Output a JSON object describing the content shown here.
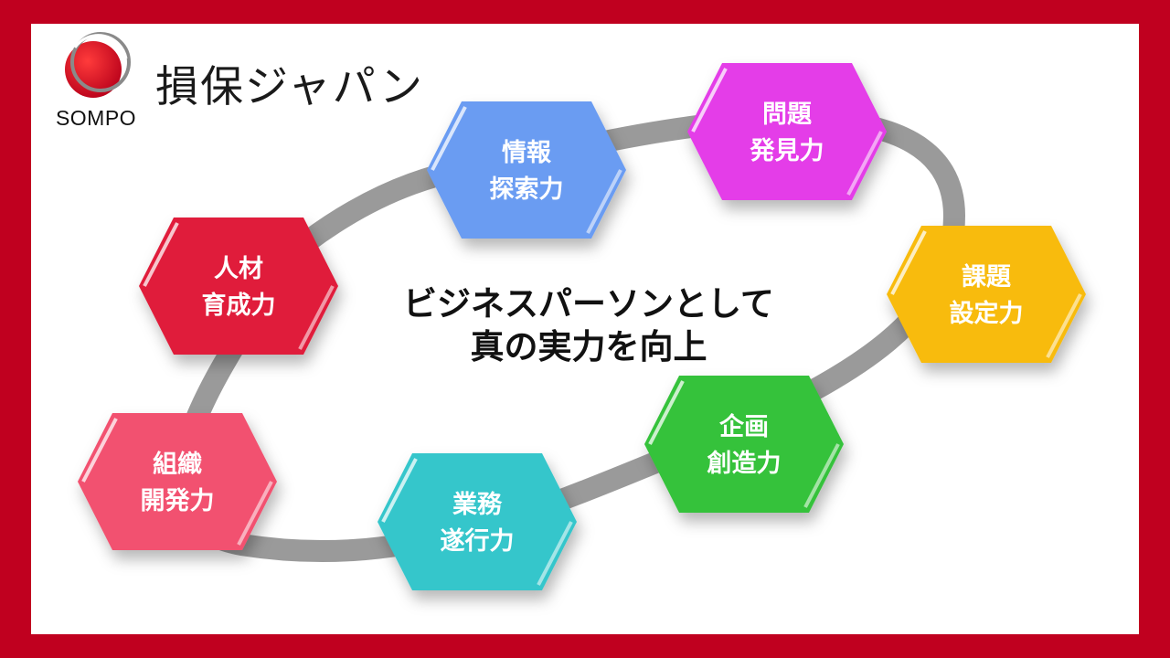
{
  "brand": {
    "logo_text": "SOMPO",
    "company_name": "損保ジャパン",
    "colors": {
      "frame": "#c0001f",
      "logo_red": "#d3001c"
    }
  },
  "center_message": {
    "line1": "ビジネスパーソンとして",
    "line2": "真の実力を向上"
  },
  "skills": [
    {
      "line1": "情報",
      "line2": "探索力",
      "color": "#6b9cf2"
    },
    {
      "line1": "問題",
      "line2": "発見力",
      "color": "#e43ce8"
    },
    {
      "line1": "課題",
      "line2": "設定力",
      "color": "#f8bb0a"
    },
    {
      "line1": "企画",
      "line2": "創造力",
      "color": "#34c23a"
    },
    {
      "line1": "業務",
      "line2": "遂行力",
      "color": "#36c6cb"
    },
    {
      "line1": "組織",
      "line2": "開発力",
      "color": "#f2516f"
    },
    {
      "line1": "人材",
      "line2": "育成力",
      "color": "#e01f3a"
    }
  ],
  "ring_color": "#9a9a9a"
}
